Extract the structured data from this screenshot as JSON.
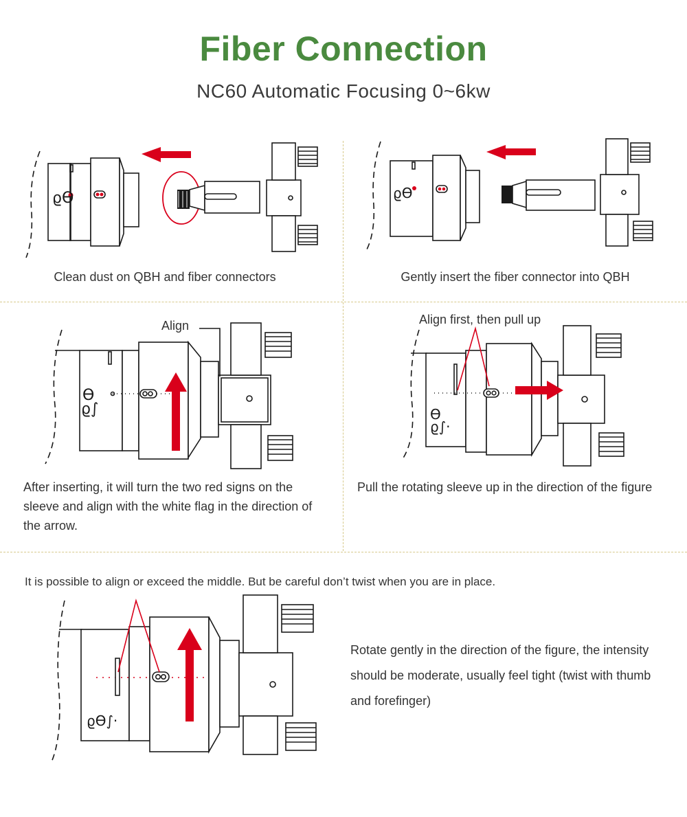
{
  "header": {
    "title": "Fiber Connection",
    "subtitle": "NC60 Automatic Focusing 0~6kw"
  },
  "steps": [
    {
      "caption": "Clean dust on QBH and fiber connectors"
    },
    {
      "caption": "Gently insert the fiber connector into QBH"
    },
    {
      "caption": "After inserting, it will turn the two red signs on the sleeve and align with the white flag in the direction of the arrow.",
      "label": "Align"
    },
    {
      "caption": "Pull the rotating sleeve up in the direction of the figure",
      "label": "Align first, then pull up"
    }
  ],
  "final": {
    "note": "It is possible to align or exceed the middle. But be careful don’t twist when you are in place.",
    "caption": "Rotate gently in the direction of the figure, the intensity should be moderate, usually feel tight (twist with thumb and forefinger)"
  },
  "colors": {
    "title_green": "#4a8a3f",
    "accent_red": "#d9001b",
    "divider": "#d7c98a"
  }
}
